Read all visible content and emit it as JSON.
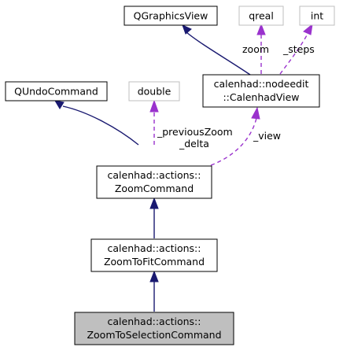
{
  "nodes": {
    "qgraphicsview": {
      "lines": [
        "QGraphicsView"
      ]
    },
    "qreal": {
      "lines": [
        "qreal"
      ]
    },
    "int": {
      "lines": [
        "int"
      ]
    },
    "qundocommand": {
      "lines": [
        "QUndoCommand"
      ]
    },
    "double": {
      "lines": [
        "double"
      ]
    },
    "calenhadview": {
      "lines": [
        "calenhad::nodeedit",
        "::CalenhadView"
      ]
    },
    "zoomcommand": {
      "lines": [
        "calenhad::actions::",
        "ZoomCommand"
      ]
    },
    "zoomtofit": {
      "lines": [
        "calenhad::actions::",
        "ZoomToFitCommand"
      ]
    },
    "zoomtoselection": {
      "lines": [
        "calenhad::actions::",
        "ZoomToSelectionCommand"
      ]
    }
  },
  "edge_labels": {
    "zoom": "zoom",
    "steps": "_steps",
    "previous_zoom": [
      "_previousZoom",
      "_delta"
    ],
    "view": "_view"
  },
  "colors": {
    "inheritance": "#191970",
    "usage": "#9a32cd",
    "focus_fill": "#bfbfbf",
    "ghost_border": "#bfbfbf"
  }
}
